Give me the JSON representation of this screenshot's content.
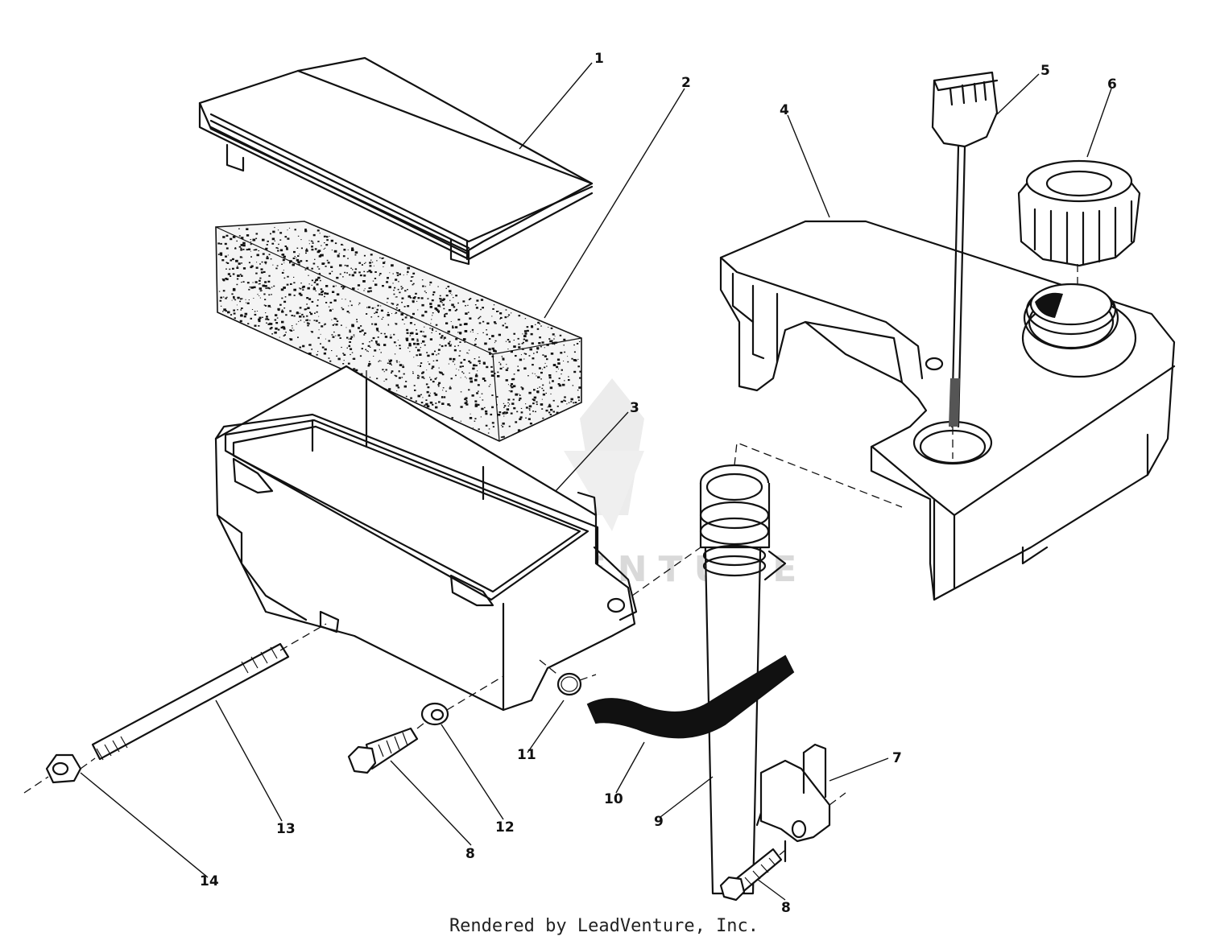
{
  "diagram": {
    "callouts": {
      "c1": "1",
      "c2": "2",
      "c3": "3",
      "c4": "4",
      "c5": "5",
      "c6": "6",
      "c7": "7",
      "c8a": "8",
      "c8b": "8",
      "c9": "9",
      "c10": "10",
      "c11": "11",
      "c12": "12",
      "c13": "13",
      "c14": "14"
    },
    "watermark": "LEADVENTURE",
    "footer": "Rendered by LeadVenture, Inc."
  }
}
